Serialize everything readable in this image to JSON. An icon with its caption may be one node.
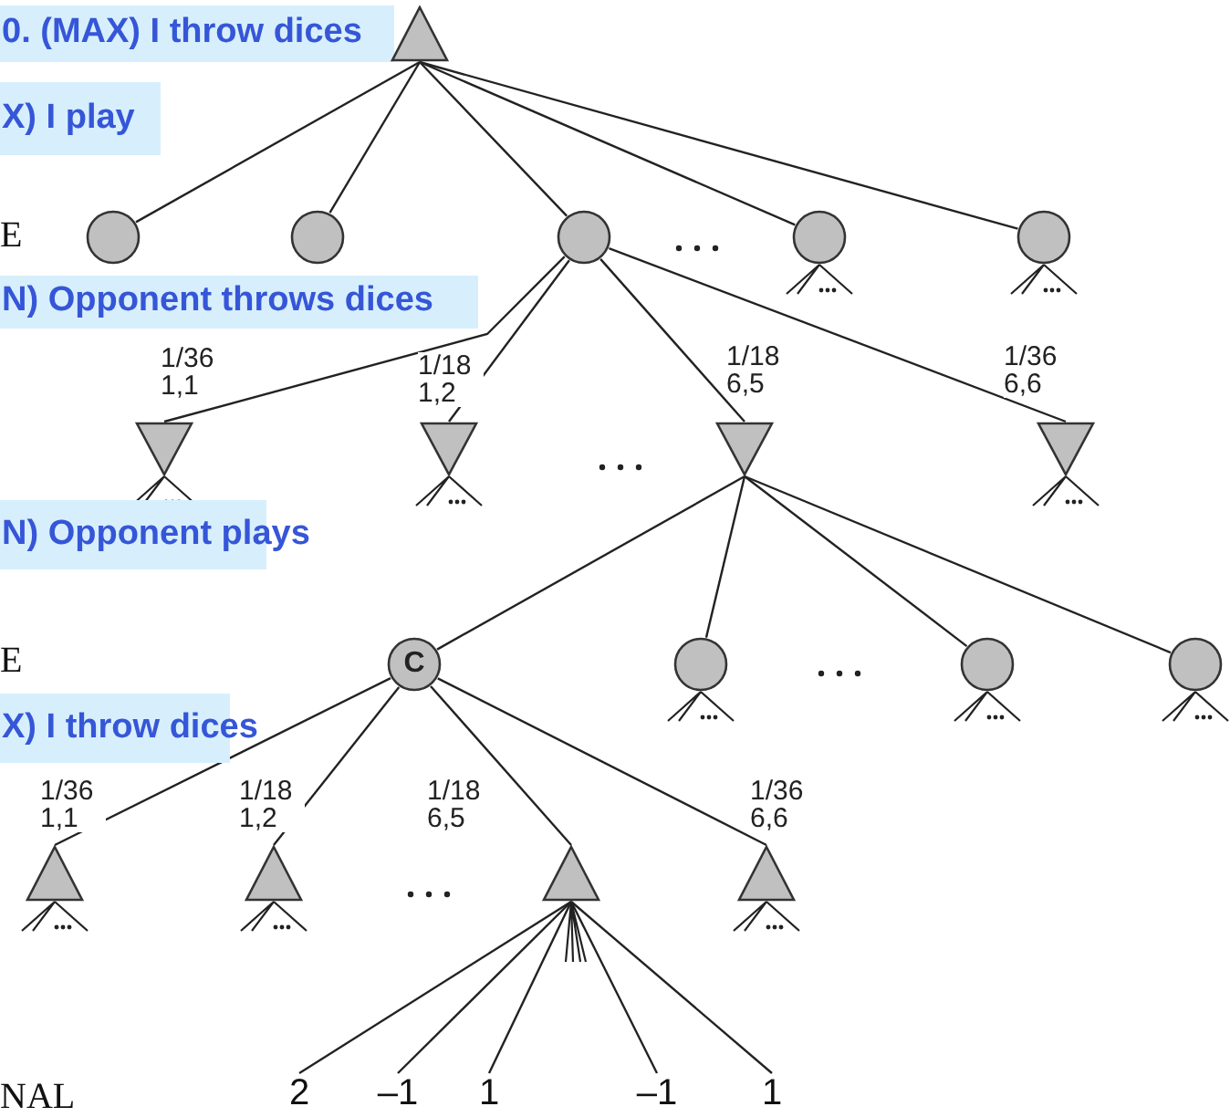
{
  "diagram": {
    "nodes": [
      {
        "text": [
          "0. (MAX) I throw dices"
        ]
      },
      {
        "text": [],
        "shape": "triangle"
      },
      {
        "text": [
          "X) I play"
        ]
      },
      {
        "text": [],
        "shape": "circle"
      },
      {
        "text": [],
        "shape": "circle"
      },
      {
        "text": [],
        "shape": "circle"
      },
      {
        "text": [],
        "shape": "circle"
      },
      {
        "text": [],
        "shape": "circle"
      },
      {
        "text": [
          "N) Opponent throws dices"
        ]
      },
      {
        "text": [],
        "shape": "triangle"
      },
      {
        "text": [],
        "shape": "triangle"
      },
      {
        "text": [],
        "shape": "triangle"
      },
      {
        "text": [],
        "shape": "triangle"
      },
      {
        "text": [
          "N) Opponent plays"
        ]
      },
      {
        "text": [
          "C"
        ]
      },
      {
        "text": [],
        "shape": "circle"
      },
      {
        "text": [],
        "shape": "circle"
      },
      {
        "text": [],
        "shape": "circle"
      },
      {
        "text": [
          "X) I throw dices"
        ]
      },
      {
        "text": [],
        "shape": "triangle"
      },
      {
        "text": [],
        "shape": "triangle"
      },
      {
        "text": [],
        "shape": "triangle"
      },
      {
        "text": [],
        "shape": "triangle"
      },
      {
        "text": [
          "2"
        ]
      },
      {
        "text": [
          "–1"
        ]
      },
      {
        "text": [
          "1"
        ]
      },
      {
        "text": [
          "–1"
        ]
      },
      {
        "text": [
          "1"
        ]
      }
    ],
    "edges": [
      {
        "from": 1,
        "to": 3,
        "arrow": "none"
      },
      {
        "from": 1,
        "to": 4,
        "arrow": "none"
      },
      {
        "from": 1,
        "to": 5,
        "arrow": "none"
      },
      {
        "from": 1,
        "to": 6,
        "arrow": "none"
      },
      {
        "from": 1,
        "to": 7,
        "arrow": "none"
      },
      {
        "from": 5,
        "to": 9,
        "arrow": "none",
        "label": "1/36 1,1"
      },
      {
        "from": 5,
        "to": 10,
        "arrow": "none",
        "label": "1/18 1,2"
      },
      {
        "from": 5,
        "to": 11,
        "arrow": "none",
        "label": "1/18 6,5"
      },
      {
        "from": 5,
        "to": 12,
        "arrow": "none",
        "label": "1/36 6,6"
      },
      {
        "from": 11,
        "to": 14,
        "arrow": "none"
      },
      {
        "from": 11,
        "to": 15,
        "arrow": "none"
      },
      {
        "from": 11,
        "to": 16,
        "arrow": "none"
      },
      {
        "from": 11,
        "to": 17,
        "arrow": "none"
      },
      {
        "from": 14,
        "to": 19,
        "arrow": "none",
        "label": "1/36 1,1"
      },
      {
        "from": 14,
        "to": 20,
        "arrow": "none",
        "label": "1/18 1,2"
      },
      {
        "from": 14,
        "to": 21,
        "arrow": "none",
        "label": "1/18 6,5"
      },
      {
        "from": 14,
        "to": 22,
        "arrow": "none",
        "label": "1/36 6,6"
      },
      {
        "from": 21,
        "to": 23,
        "arrow": "none"
      },
      {
        "from": 21,
        "to": 24,
        "arrow": "none"
      },
      {
        "from": 21,
        "to": 25,
        "arrow": "none"
      },
      {
        "from": 21,
        "to": 26,
        "arrow": "none"
      },
      {
        "from": 21,
        "to": 27,
        "arrow": "none"
      }
    ],
    "labels": [
      "E",
      "E",
      "NAL"
    ]
  }
}
